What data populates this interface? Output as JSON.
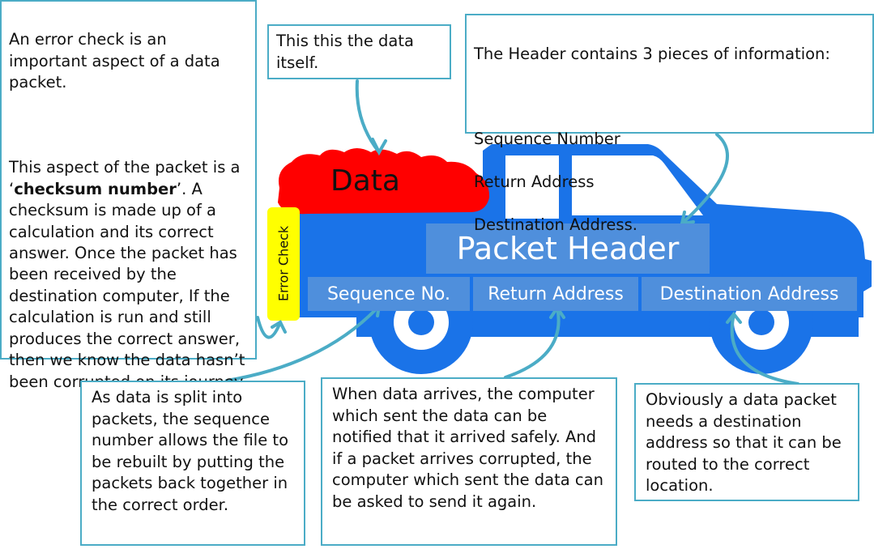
{
  "colors": {
    "truck": "#1a73e8",
    "wheel_hub": "#ffffff",
    "data_blob": "#ff0000",
    "error_check": "#ffff00",
    "header_fill": "#4f8fdc",
    "box_border": "#4bacc6",
    "arrow": "#4bacc6"
  },
  "truck": {
    "data_label": "Data",
    "error_check_label": "Error Check",
    "packet_header_label": "Packet Header",
    "sequence_label": "Sequence No.",
    "return_label": "Return Address",
    "destination_label": "Destination Address"
  },
  "callouts": {
    "error_check": {
      "line1": "An error check is an important aspect of a data packet.",
      "line2_pre": "This aspect of the packet is a ‘",
      "line2_bold": "checksum number",
      "line2_post": "’. A checksum is made up of a calculation and its correct answer. Once the packet has been received by the destination computer, If the calculation is run and still produces the correct answer, then we know the data hasn’t been corrupted on its journey."
    },
    "data": "This this the data itself.",
    "header": {
      "title": "The Header contains 3 pieces of information:",
      "items": [
        "Sequence Number",
        "Return Address",
        "Destination Address."
      ]
    },
    "sequence": "As data is split into packets, the sequence number allows the file to be rebuilt by putting the packets back together in the correct order.",
    "return": "When data arrives, the computer which sent the data can be notified that it arrived safely. And if a packet arrives corrupted, the computer which sent the data can be asked to send it again.",
    "destination": "Obviously a data packet needs a destination address so that it can be routed to the correct location."
  }
}
